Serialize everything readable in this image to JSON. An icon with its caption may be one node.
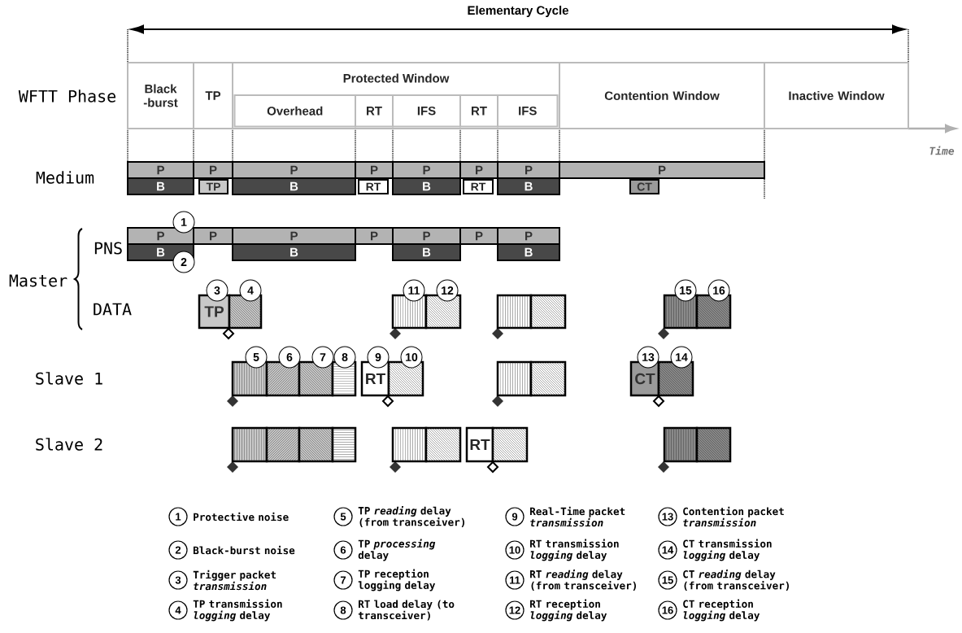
{
  "diagram": {
    "nodes": [
      {
        "text": [
          "Black -burst"
        ]
      },
      {
        "text": [
          "TP"
        ]
      },
      {
        "text": [
          "Protected Window"
        ]
      },
      {
        "text": [
          "Overhead"
        ],
        "in": 2
      },
      {
        "text": [
          "RT"
        ],
        "in": 2
      },
      {
        "text": [
          "IFS"
        ],
        "in": 2
      },
      {
        "text": [
          "RT"
        ],
        "in": 2
      },
      {
        "text": [
          "IFS"
        ],
        "in": 2
      },
      {
        "text": [
          "Contention Window"
        ]
      },
      {
        "text": [
          "Inactive Window"
        ]
      },
      {
        "text": [
          "P"
        ]
      },
      {
        "text": [
          "P"
        ]
      },
      {
        "text": [
          "P"
        ]
      },
      {
        "text": [
          "P"
        ]
      },
      {
        "text": [
          "P"
        ]
      },
      {
        "text": [
          "P"
        ]
      },
      {
        "text": [
          "P"
        ]
      },
      {
        "text": [
          "P"
        ]
      },
      {
        "text": [
          "B"
        ]
      },
      {
        "text": [
          "TP"
        ]
      },
      {
        "text": [
          "B"
        ]
      },
      {
        "text": [
          "RT"
        ]
      },
      {
        "text": [
          "B"
        ]
      },
      {
        "text": [
          "RT"
        ]
      },
      {
        "text": [
          "B"
        ]
      },
      {
        "text": [
          "CT"
        ]
      },
      {
        "text": [
          "P"
        ]
      },
      {
        "text": [
          "P"
        ]
      },
      {
        "text": [
          "P"
        ]
      },
      {
        "text": [
          "P"
        ]
      },
      {
        "text": [
          "P"
        ]
      },
      {
        "text": [
          "P"
        ]
      },
      {
        "text": [
          "P"
        ]
      },
      {
        "text": [
          "B"
        ]
      },
      {
        "text": [
          "B"
        ]
      },
      {
        "text": [
          "B"
        ]
      },
      {
        "text": [
          "B"
        ]
      },
      {
        "text": [
          "1"
        ]
      },
      {
        "text": [
          "2"
        ]
      },
      {
        "text": [
          "TP"
        ]
      },
      {
        "text": [],
        "shape": "box"
      },
      {
        "text": [],
        "shape": "box"
      },
      {
        "text": [],
        "shape": "box"
      },
      {
        "text": [],
        "shape": "box"
      },
      {
        "text": [],
        "shape": "box"
      },
      {
        "text": [],
        "shape": "box"
      },
      {
        "text": [],
        "shape": "box"
      },
      {
        "text": [
          "3"
        ]
      },
      {
        "text": [
          "4"
        ]
      },
      {
        "text": [
          "11"
        ]
      },
      {
        "text": [
          "12"
        ]
      },
      {
        "text": [
          "15"
        ]
      },
      {
        "text": [
          "16"
        ]
      },
      {
        "text": [],
        "shape": "box"
      },
      {
        "text": [],
        "shape": "box"
      },
      {
        "text": [],
        "shape": "box"
      },
      {
        "text": [],
        "shape": "box"
      },
      {
        "text": [
          "RT"
        ]
      },
      {
        "text": [],
        "shape": "box"
      },
      {
        "text": [],
        "shape": "box"
      },
      {
        "text": [],
        "shape": "box"
      },
      {
        "text": [
          "CT"
        ]
      },
      {
        "text": [],
        "shape": "box"
      },
      {
        "text": [
          "5"
        ]
      },
      {
        "text": [
          "6"
        ]
      },
      {
        "text": [
          "7"
        ]
      },
      {
        "text": [
          "8"
        ]
      },
      {
        "text": [
          "9"
        ]
      },
      {
        "text": [
          "10"
        ]
      },
      {
        "text": [
          "13"
        ]
      },
      {
        "text": [
          "14"
        ]
      },
      {
        "text": [],
        "shape": "box"
      },
      {
        "text": [],
        "shape": "box"
      },
      {
        "text": [],
        "shape": "box"
      },
      {
        "text": [],
        "shape": "box"
      },
      {
        "text": [],
        "shape": "box"
      },
      {
        "text": [],
        "shape": "box"
      },
      {
        "text": [
          "RT"
        ]
      },
      {
        "text": [],
        "shape": "box"
      },
      {
        "text": [],
        "shape": "box"
      },
      {
        "text": [],
        "shape": "box"
      },
      {
        "text": [
          "1"
        ],
        "beside": [
          "Protective noise"
        ]
      },
      {
        "text": [
          "2"
        ],
        "beside": [
          "Black-burst noise"
        ]
      },
      {
        "text": [
          "3"
        ],
        "beside": [
          "Trigger packet *transmission*"
        ]
      },
      {
        "text": [
          "4"
        ],
        "beside": [
          "TP transmission *logging* delay"
        ]
      },
      {
        "text": [
          "5"
        ],
        "beside": [
          "TP *reading* delay (from transceiver)"
        ]
      },
      {
        "text": [
          "6"
        ],
        "beside": [
          "TP *processing* delay"
        ]
      },
      {
        "text": [
          "7"
        ],
        "beside": [
          "TP reception logging delay"
        ]
      },
      {
        "text": [
          "8"
        ],
        "beside": [
          "RT load delay (to transceiver)"
        ]
      },
      {
        "text": [
          "9"
        ],
        "beside": [
          "Real-Time packet *transmission*"
        ]
      },
      {
        "text": [
          "10"
        ],
        "beside": [
          "RT transmission *logging* delay"
        ]
      },
      {
        "text": [
          "11"
        ],
        "beside": [
          "RT *reading* delay (from transceiver)"
        ]
      },
      {
        "text": [
          "12"
        ],
        "beside": [
          "RT reception *logging* delay"
        ]
      },
      {
        "text": [
          "13"
        ],
        "beside": [
          "Contention packet *transmission*"
        ]
      },
      {
        "text": [
          "14"
        ],
        "beside": [
          "CT transmission *logging* delay"
        ]
      },
      {
        "text": [
          "15"
        ],
        "beside": [
          "CT *reading* delay (from transceiver)"
        ]
      },
      {
        "text": [
          "16"
        ],
        "beside": [
          "CT reception *logging* delay"
        ]
      }
    ],
    "labels": [
      "Elementary Cycle",
      "WFTT Phase",
      "Time",
      "Medium",
      "Master",
      "PNS",
      "DATA",
      "Slave 1",
      "Slave 2"
    ]
  }
}
